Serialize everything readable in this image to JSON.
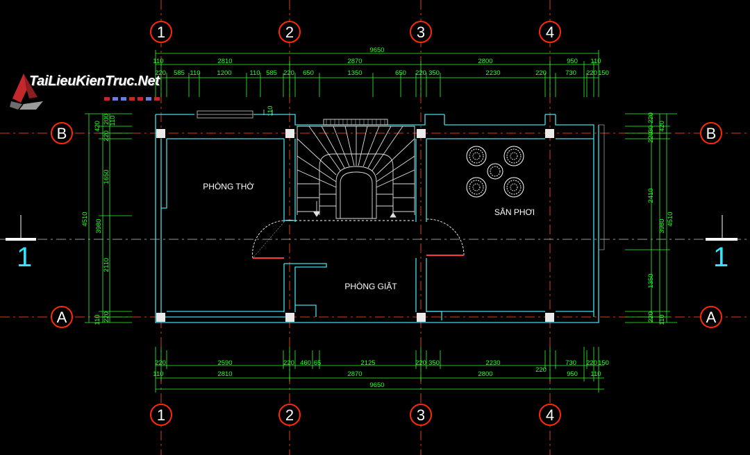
{
  "grid_columns": [
    "1",
    "2",
    "3",
    "4"
  ],
  "grid_rows": [
    "B",
    "A"
  ],
  "section_mark": "1",
  "rooms": {
    "worship": "PHÒNG THỜ",
    "laundry": "PHÒNG GIẶT",
    "terrace": "SÂN PHƠI"
  },
  "dims_top": {
    "overall": "9650",
    "row2": [
      "110",
      "2810",
      "2870",
      "2800",
      "950",
      "110"
    ],
    "row3": [
      "220",
      "585",
      "110",
      "1200",
      "110",
      "585",
      "220",
      "650",
      "1350",
      "650",
      "220",
      "350",
      "2230",
      "220",
      "730",
      "220",
      "150"
    ]
  },
  "dims_bottom": {
    "row1": [
      "220",
      "2590",
      "220",
      "460",
      "65",
      "2125",
      "220",
      "350",
      "2230",
      "220",
      "730",
      "220",
      "150"
    ],
    "row2": [
      "110",
      "2810",
      "2870",
      "2800",
      "950",
      "110"
    ],
    "overall": "9650"
  },
  "dims_left": [
    "420",
    "200",
    "110",
    "220",
    "1650",
    "3980",
    "4510",
    "2110",
    "220",
    "110"
  ],
  "dims_right": [
    "220",
    "30",
    "220",
    "420",
    "2410",
    "3980",
    "4510",
    "1350",
    "220",
    "110"
  ],
  "dims_misc": [
    "110"
  ],
  "watermark": "TaiLieuKienTruc.Net",
  "colors": {
    "background": "#000000",
    "walls": "#3fe0e8",
    "dimensions": "#2bff2b",
    "grid_bubble": "#ff2a00",
    "grid_line": "#e23a12",
    "section_mark": "#33e6ff",
    "furniture": "#ffffff"
  }
}
